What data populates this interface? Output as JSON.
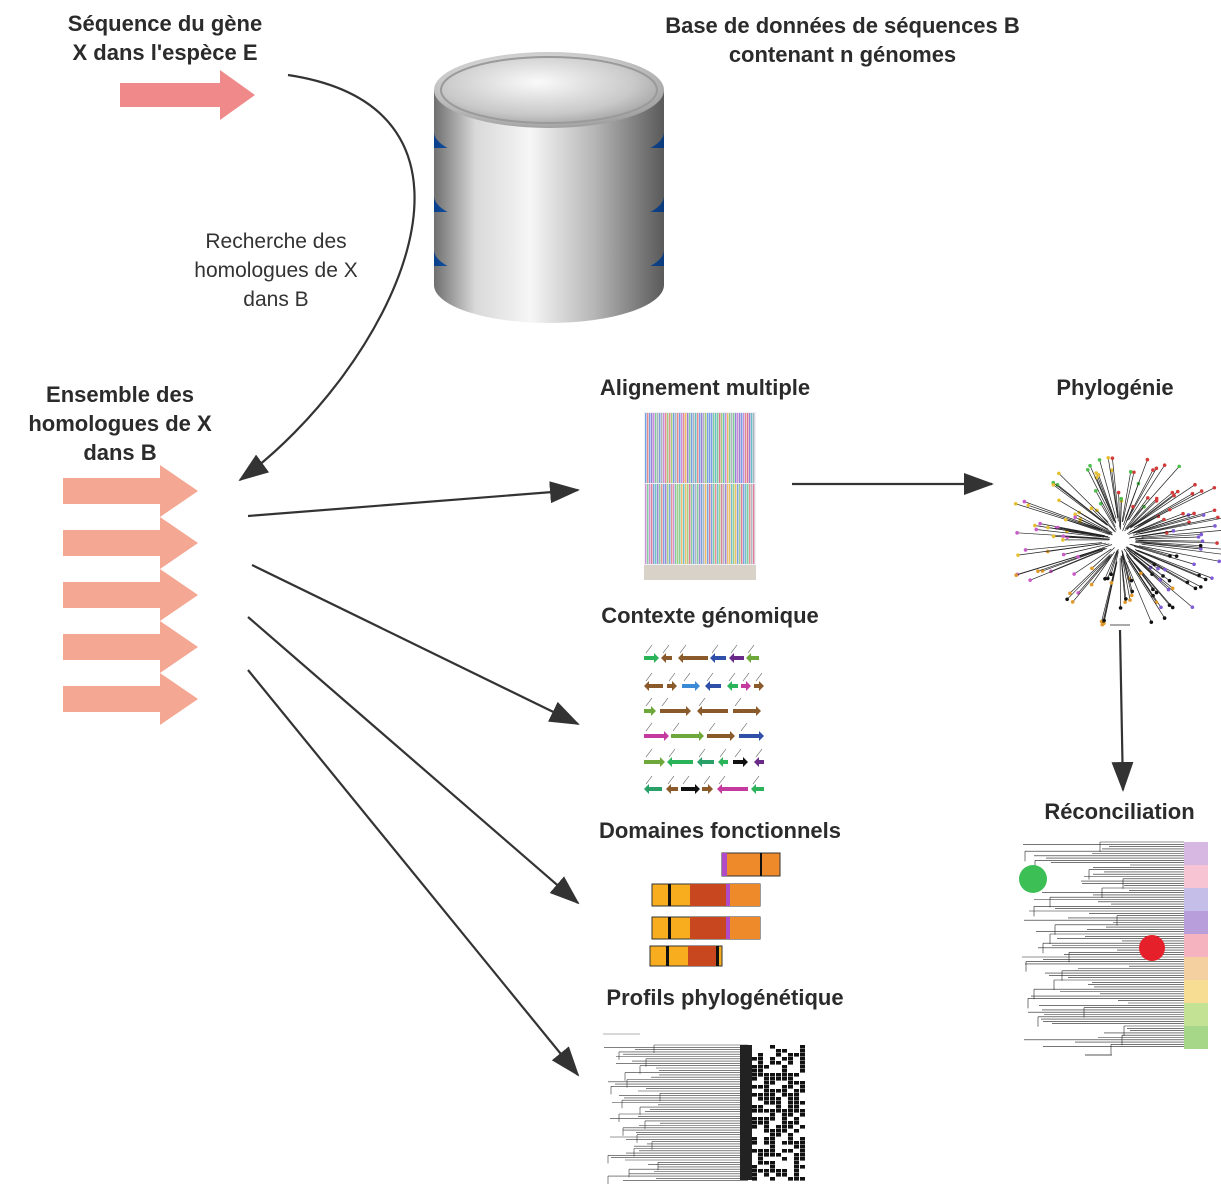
{
  "gene_sequence_label": "Séquence du gène\nX dans l'espèce E",
  "database_label": "Base de données de séquences B\ncontenant n génomes",
  "search_label": "Recherche des\nhomologues de X\ndans B",
  "homologs_label": "Ensemble des\nhomologues de X\ndans B",
  "methods": {
    "alignment": "Alignement multiple",
    "genomic_context": "Contexte génomique",
    "domains": "Domaines fonctionnels",
    "profiles": "Profils phylogénétique",
    "phylogeny": "Phylogénie",
    "reconciliation": "Réconciliation"
  },
  "colors": {
    "gene_arrow": "#f08a8a",
    "homolog_arrow": "#f4a792",
    "db_blue": "#1f7fe0",
    "db_silver": "#b8b8b8",
    "duplication_marker": "#3cbf55",
    "transfer_marker": "#e5202a"
  }
}
